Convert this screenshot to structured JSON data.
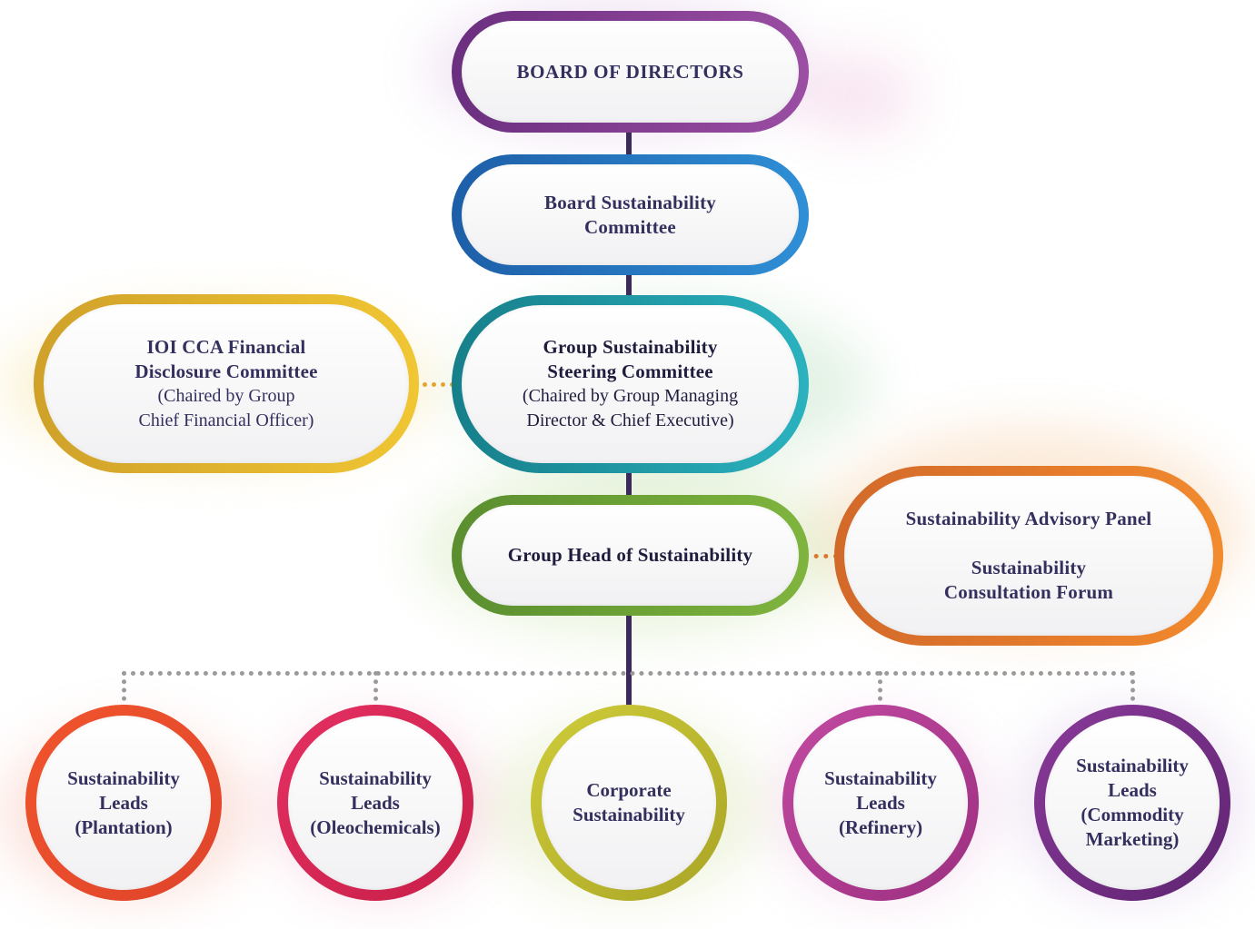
{
  "nodes": {
    "board": {
      "title": "BOARD OF DIRECTORS"
    },
    "bsc": {
      "line1": "Board Sustainability",
      "line2": "Committee"
    },
    "ioi": {
      "line1": "IOI CCA Financial",
      "line2": "Disclosure Committee",
      "line3": "(Chaired by Group",
      "line4": "Chief Financial Officer)"
    },
    "gssc": {
      "line1": "Group Sustainability",
      "line2": "Steering Committee",
      "line3": "(Chaired by Group Managing",
      "line4": "Director & Chief Executive)"
    },
    "ghs": {
      "title": "Group Head of Sustainability"
    },
    "sap": {
      "line1": "Sustainability Advisory Panel",
      "line2": "Sustainability",
      "line3": "Consultation Forum"
    },
    "leads_plantation": {
      "line1": "Sustainability",
      "line2": "Leads",
      "line3": "(Plantation)"
    },
    "leads_oleo": {
      "line1": "Sustainability",
      "line2": "Leads",
      "line3": "(Oleochemicals)"
    },
    "corporate": {
      "line1": "Corporate",
      "line2": "Sustainability"
    },
    "leads_refinery": {
      "line1": "Sustainability",
      "line2": "Leads",
      "line3": "(Refinery)"
    },
    "leads_commodity": {
      "line1": "Sustainability",
      "line2": "Leads",
      "line3": "(Commodity",
      "line4": "Marketing)"
    }
  },
  "colors": {
    "board": "#8e3c8e",
    "bsc": "#2c6fbe",
    "gssc": "#1f9aa6",
    "ioi": "#e2b12a",
    "ghs": "#6aa236",
    "sap": "#e57b2b",
    "plantation": "#e94b2b",
    "oleo": "#d52552",
    "corporate": "#c0be2e",
    "refinery": "#b43c93",
    "commodity": "#7a318a",
    "text": "#34305e"
  }
}
